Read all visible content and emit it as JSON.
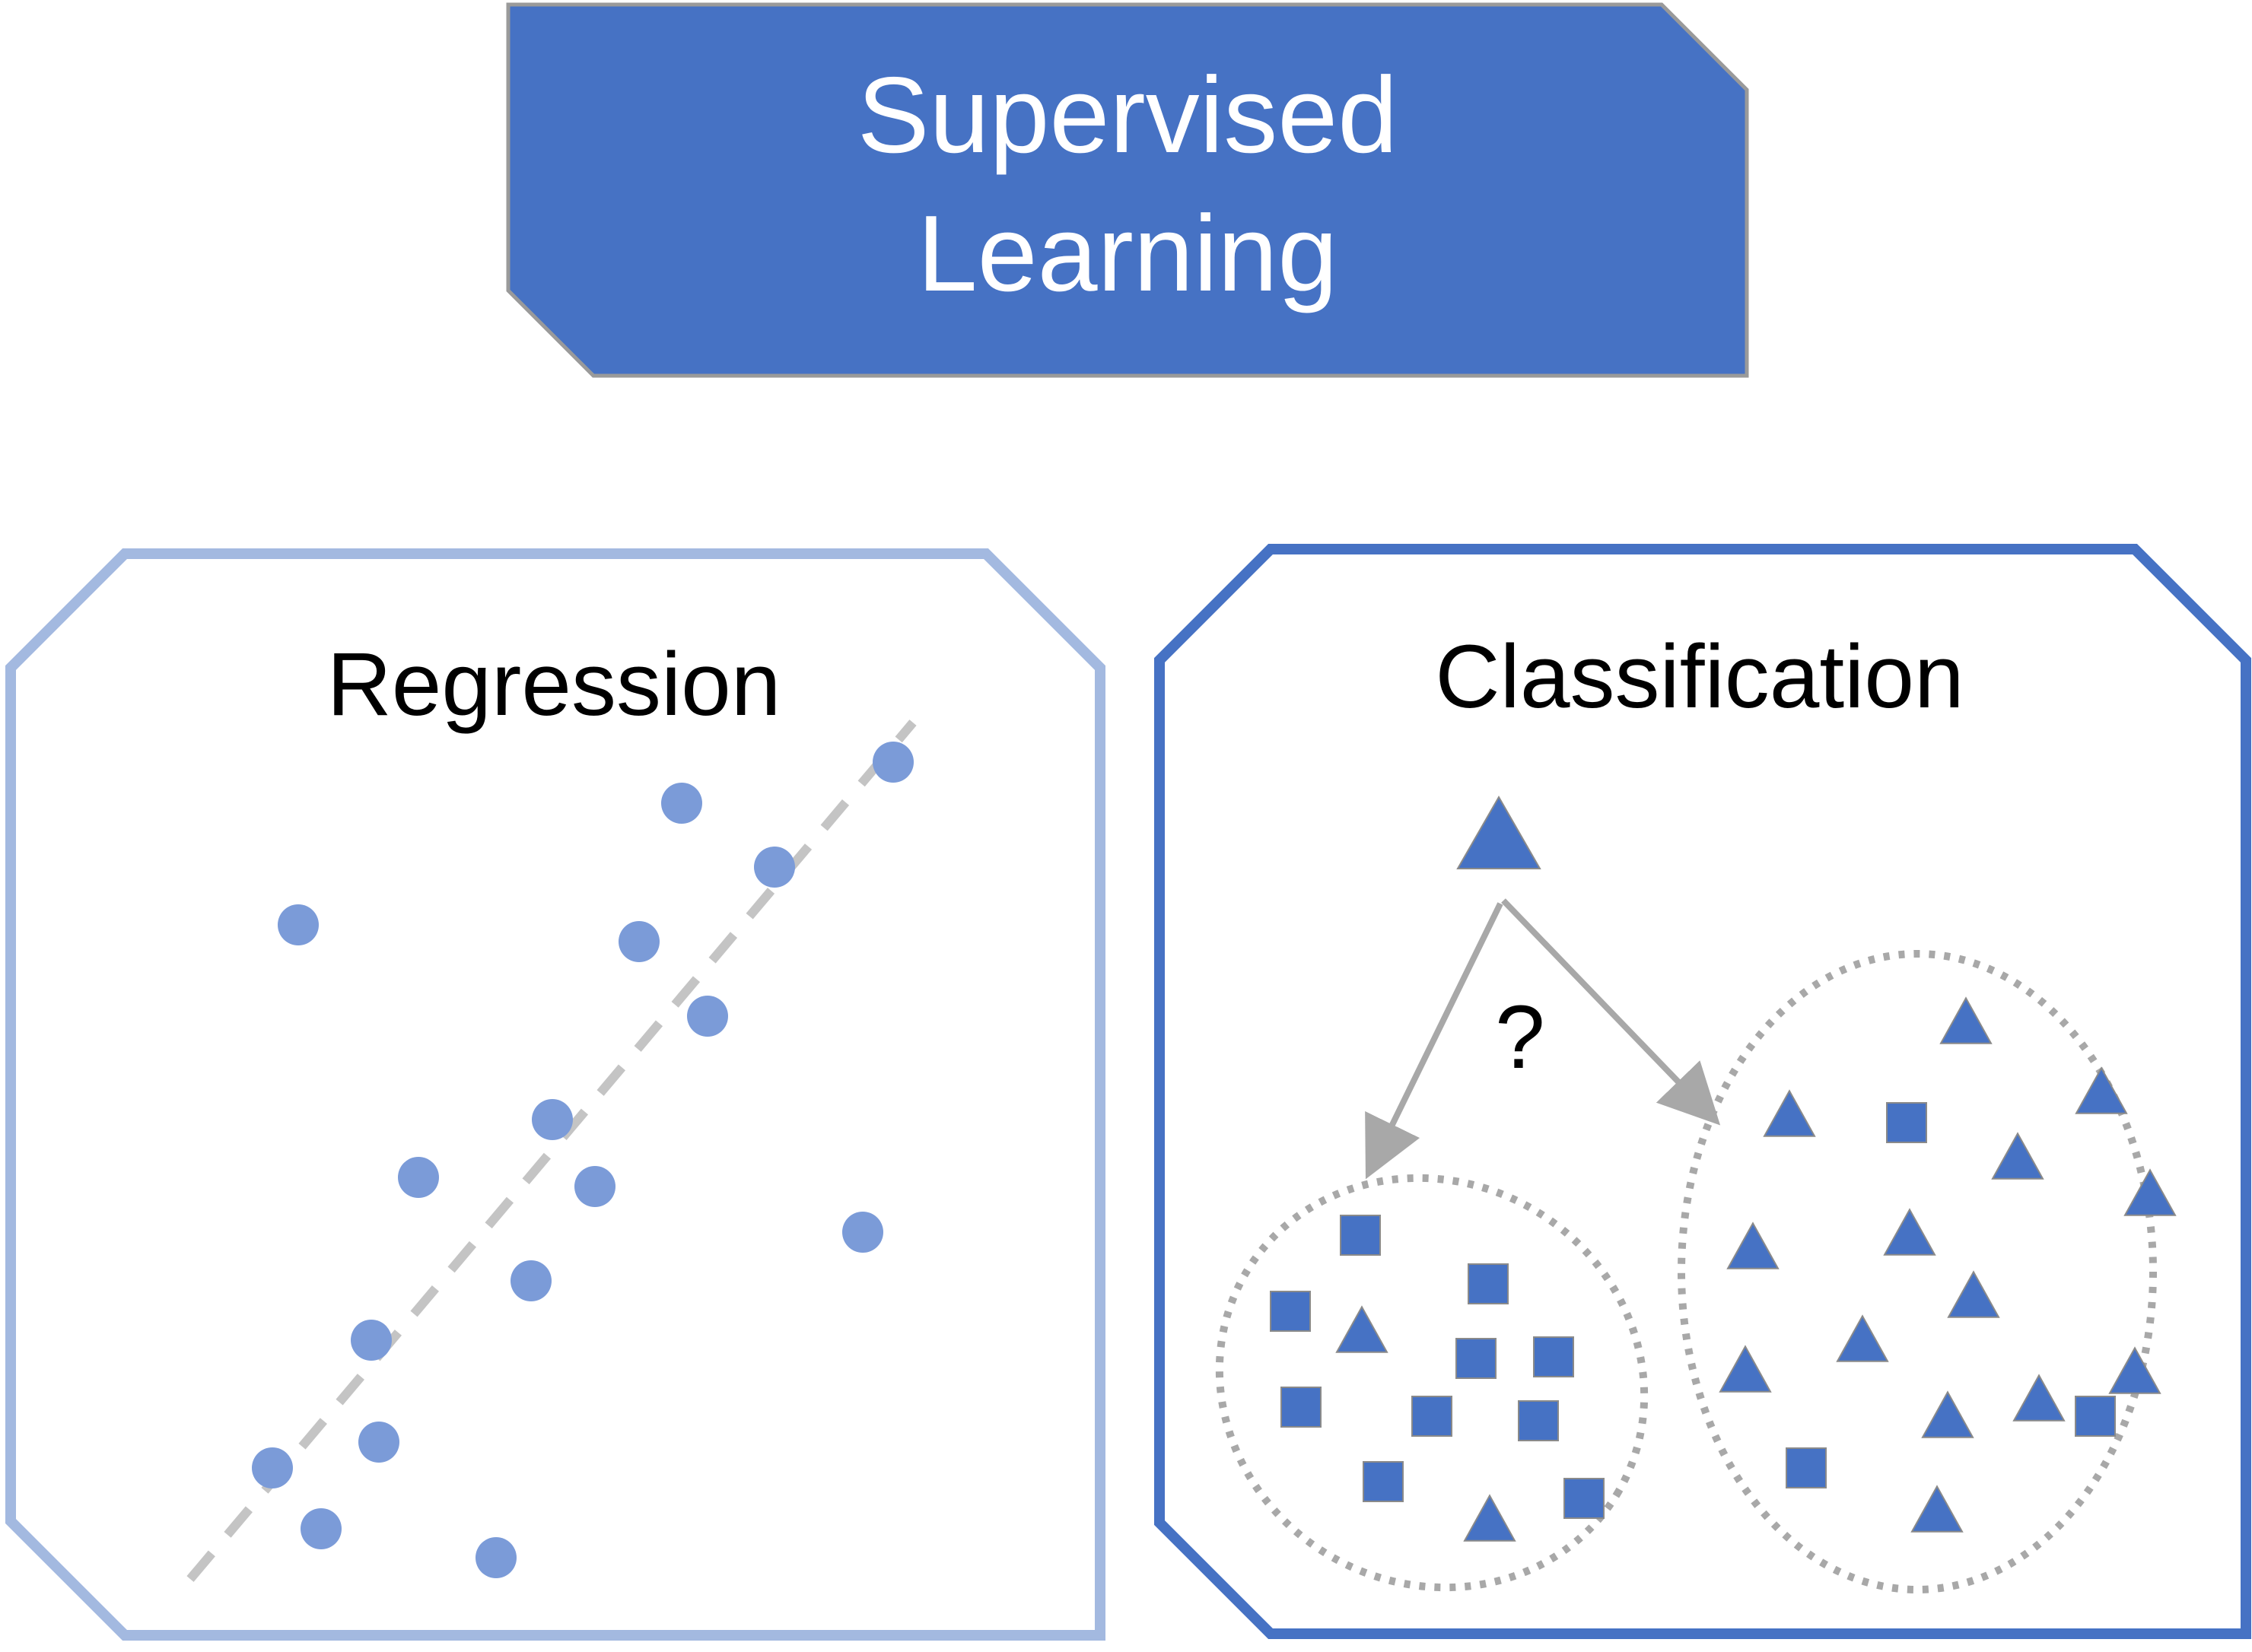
{
  "title": {
    "line1": "Supervised",
    "line2": "Learning"
  },
  "regression": {
    "label": "Regression"
  },
  "classification": {
    "label": "Classification",
    "question_mark": "?"
  },
  "colors": {
    "title_fill": "#4672C4",
    "title_stroke": "#9A9A9A",
    "title_text": "#FFFFFF",
    "regression_border": "#A3B9E0",
    "classification_border": "#4672C4",
    "regression_point": "#7B9BD8",
    "trend_line": "#C4C4C4",
    "shape_fill": "#4672C4",
    "shape_stroke": "#8A8A8A",
    "arrow": "#A8A8A8",
    "cluster_outline": "#A8A8A8",
    "label_text": "#000000"
  },
  "icons": {
    "regression_point": "filled-circle",
    "class_square": "filled-square",
    "class_triangle": "filled-triangle",
    "arrow": "arrow"
  }
}
